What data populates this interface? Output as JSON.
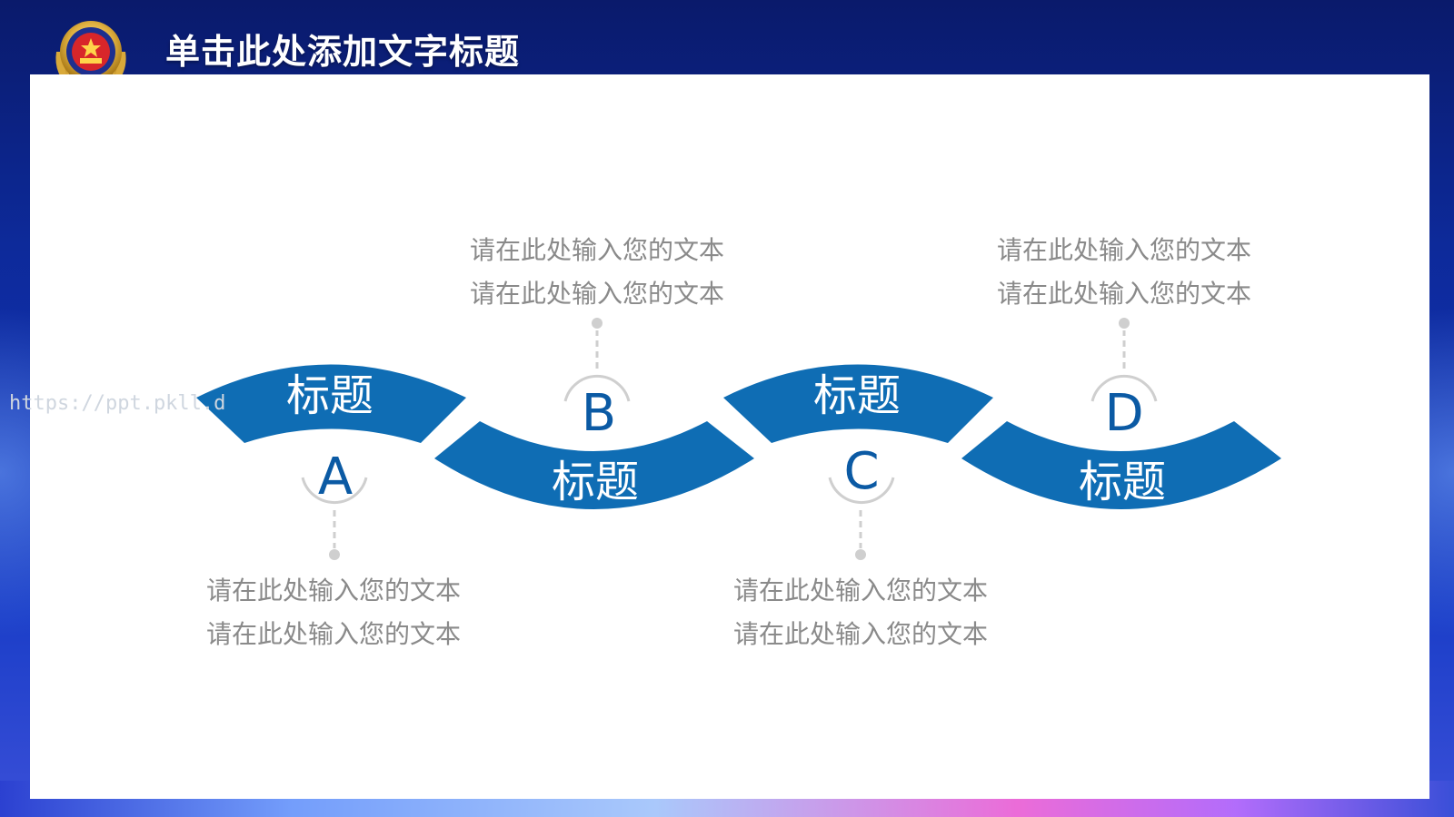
{
  "title": "单击此处添加文字标题",
  "watermark": "https://ppt.pkll.d",
  "colors": {
    "accent": "#0f6db4",
    "letter": "#0b5aa4",
    "note_text": "#8a8a8a",
    "connector": "#cfcfcf",
    "panel": "#ffffff"
  },
  "icons": {
    "emblem": "police-emblem-icon"
  },
  "steps": [
    {
      "letter": "A",
      "band_label": "标题",
      "note_lines": [
        "请在此处输入您的文本",
        "请在此处输入您的文本"
      ]
    },
    {
      "letter": "B",
      "band_label": "标题",
      "note_lines": [
        "请在此处输入您的文本",
        "请在此处输入您的文本"
      ]
    },
    {
      "letter": "C",
      "band_label": "标题",
      "note_lines": [
        "请在此处输入您的文本",
        "请在此处输入您的文本"
      ]
    },
    {
      "letter": "D",
      "band_label": "标题",
      "note_lines": [
        "请在此处输入您的文本",
        "请在此处输入您的文本"
      ]
    }
  ]
}
